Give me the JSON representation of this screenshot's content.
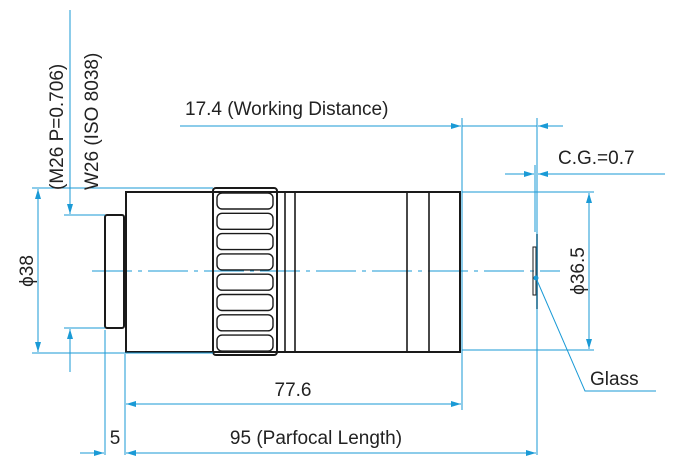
{
  "title": "Objective lens outline drawing",
  "labels": {
    "thread_m26": "(M26 P=0.706)",
    "thread_w26": "W26 (ISO 8038)",
    "dia_38": "ϕ38",
    "working_distance": "17.4 (Working Distance)",
    "cover_glass": "C.G.=0.7",
    "dia_36_5": "ϕ36.5",
    "glass": "Glass",
    "length_77_6": "77.6",
    "mount_5": "5",
    "parfocal": "95 (Parfocal Length)"
  },
  "colors": {
    "dimension": "#1a9ad6",
    "outline": "#1a1a1a"
  }
}
